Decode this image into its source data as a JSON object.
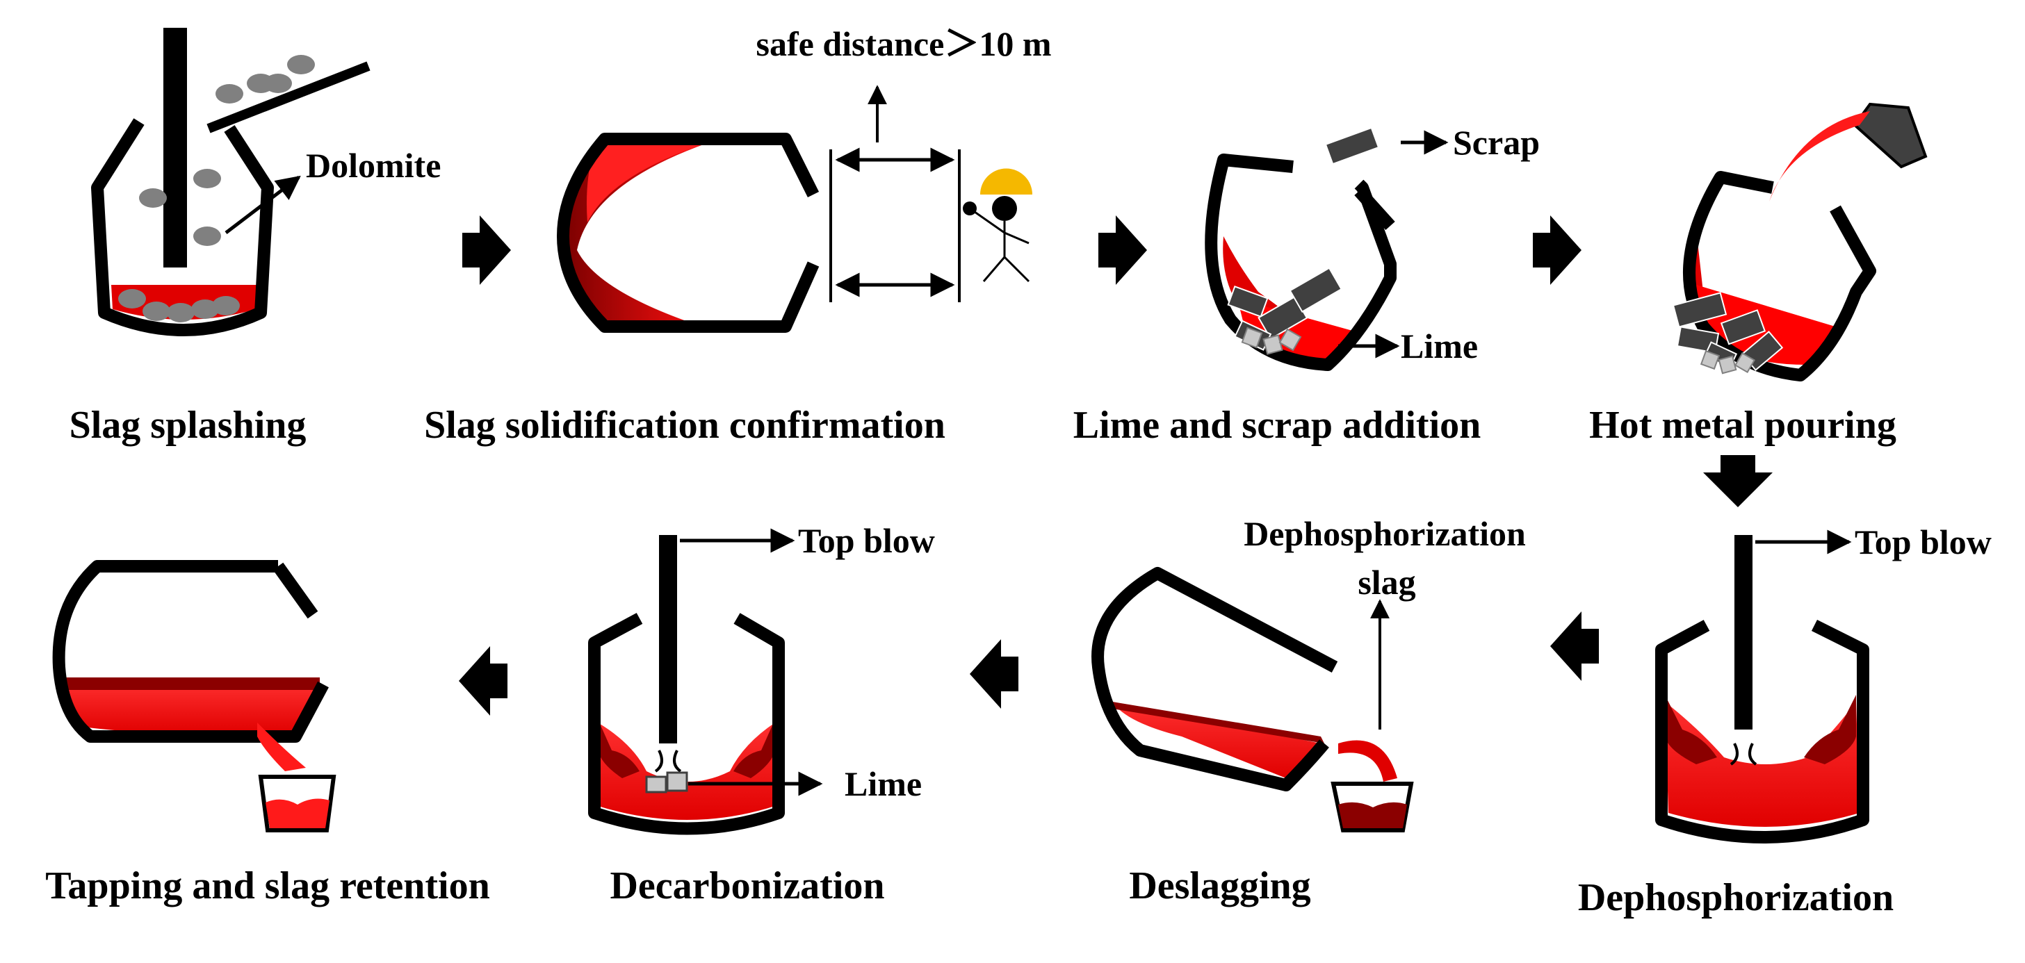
{
  "steps": [
    {
      "label": "Slag splashing"
    },
    {
      "label": "Slag solidification confirmation"
    },
    {
      "label": "Lime and scrap addition"
    },
    {
      "label": "Hot metal pouring"
    },
    {
      "label": "Dephosphorization"
    },
    {
      "label": "Deslagging"
    },
    {
      "label": "Decarbonization"
    },
    {
      "label": "Tapping and slag retention"
    }
  ],
  "annotations": {
    "dolomite": "Dolomite",
    "safe_distance": "safe distance＞10 m",
    "scrap": "Scrap",
    "lime_1": "Lime",
    "top_blow_1": "Top blow",
    "dephos_slag_1": "Dephosphorization",
    "dephos_slag_2": "slag",
    "top_blow_2": "Top blow",
    "lime_2": "Lime"
  },
  "colors": {
    "molten": "#ff0000",
    "slag_dark": "#8b0000",
    "vessel": "#000000",
    "particle": "#808080",
    "scrap": "#404040",
    "lime": "#c8c8c8",
    "helmet": "#f5b800"
  }
}
